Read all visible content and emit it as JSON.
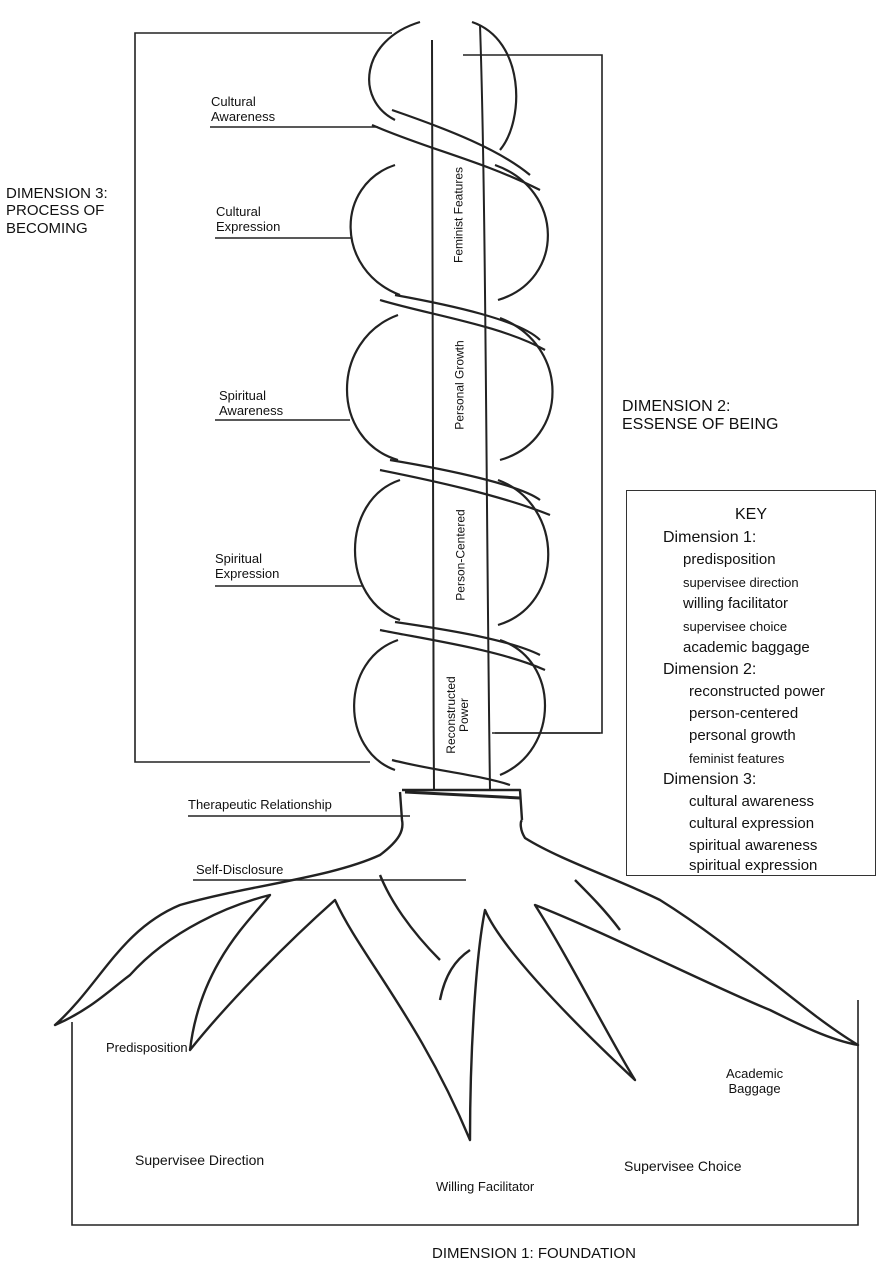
{
  "dimension3": {
    "heading": [
      "DIMENSION 3:",
      "PROCESS OF",
      "BECOMING"
    ]
  },
  "dimension2": {
    "heading": [
      "DIMENSION 2:",
      "ESSENSE OF BEING"
    ]
  },
  "dimension1": {
    "heading": "DIMENSION 1: FOUNDATION"
  },
  "helix_labels": {
    "cultural_awareness": [
      "Cultural",
      "Awareness"
    ],
    "cultural_expression": [
      "Cultural",
      "Expression"
    ],
    "spiritual_awareness": [
      "Spiritual",
      "Awareness"
    ],
    "spiritual_expression": [
      "Spiritual",
      "Expression"
    ]
  },
  "center_labels": {
    "feminist_features": "Feminist Features",
    "personal_growth": "Personal Growth",
    "person_centered": "Person-Centered",
    "reconstructed_power": [
      "Reconstructed",
      "Power"
    ]
  },
  "trunk_labels": {
    "therapeutic_relationship": "Therapeutic Relationship",
    "self_disclosure": "Self-Disclosure"
  },
  "root_labels": {
    "predisposition": "Predisposition",
    "supervisee_direction": "Supervisee Direction",
    "willing_facilitator": "Willing Facilitator",
    "supervisee_choice": "Supervisee Choice",
    "academic_baggage": [
      "Academic",
      "Baggage"
    ]
  },
  "key": {
    "title": "KEY",
    "dim1": {
      "heading": "Dimension 1:",
      "items": [
        "predisposition",
        "supervisee direction",
        "willing facilitator",
        "supervisee choice",
        "academic baggage"
      ]
    },
    "dim2": {
      "heading": "Dimension 2:",
      "items": [
        "reconstructed power",
        "person-centered",
        "personal growth",
        "feminist features"
      ]
    },
    "dim3": {
      "heading": "Dimension 3:",
      "items": [
        "cultural awareness",
        "cultural expression",
        "spiritual awareness",
        "spiritual expression"
      ]
    }
  }
}
